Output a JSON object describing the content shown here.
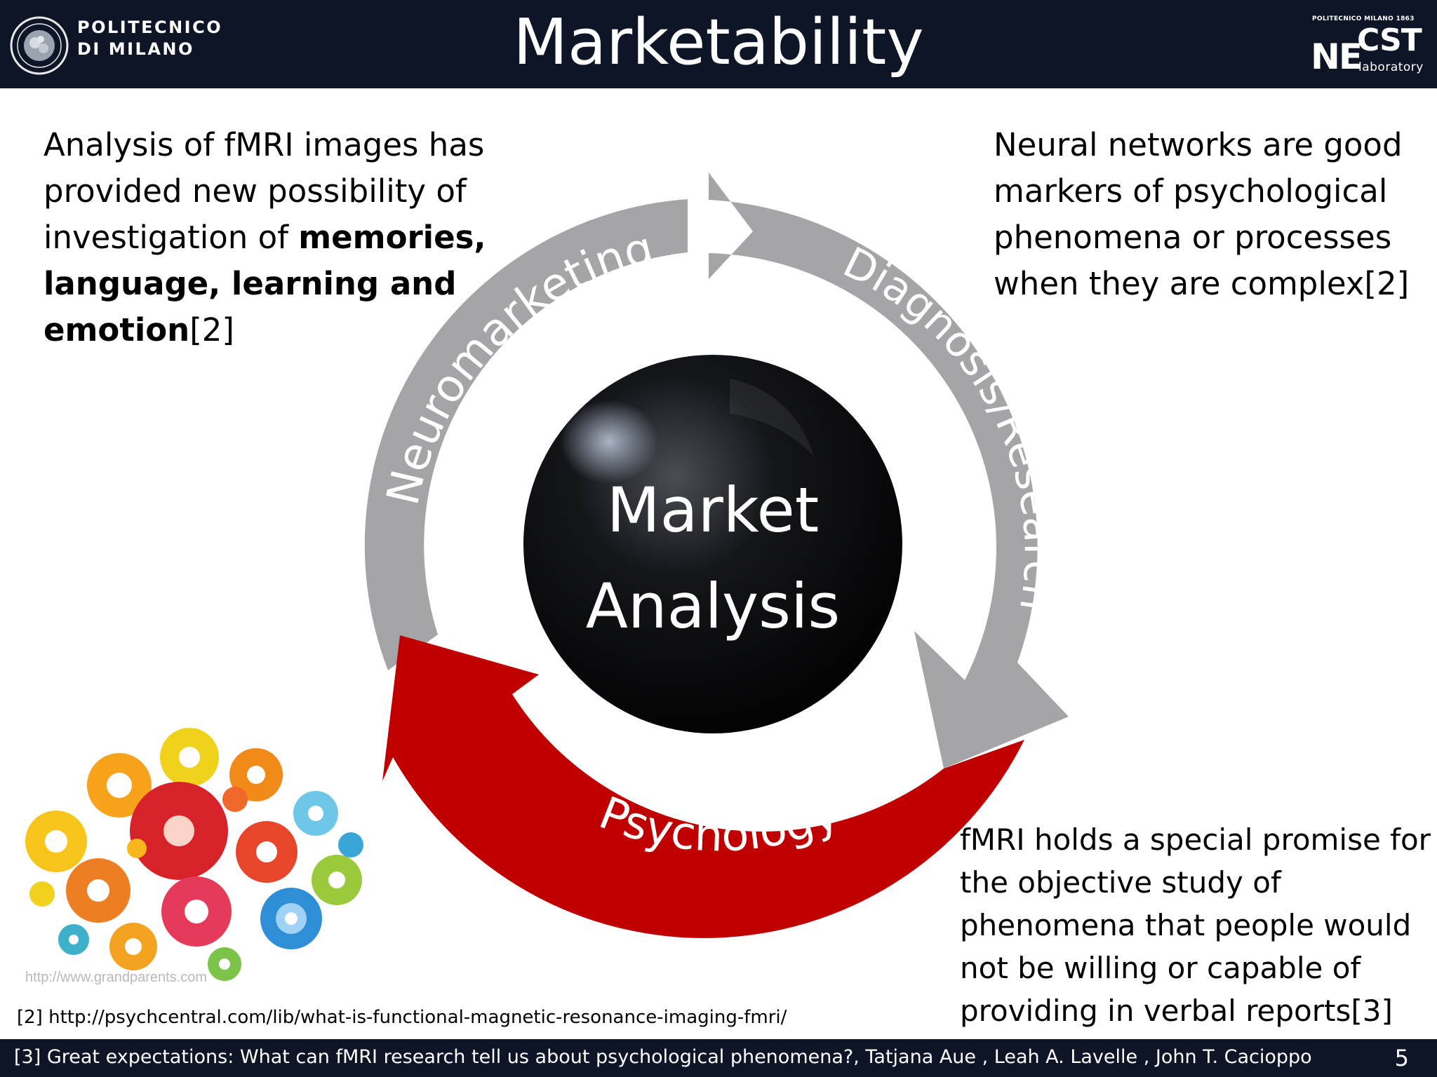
{
  "header": {
    "institution_line1": "POLITECNICO",
    "institution_line2": "DI MILANO",
    "title": "Marketability",
    "lab_logo": {
      "top_text": "POLITECNICO MILANO 1863",
      "ne": "NE",
      "cst": "CST",
      "sub": "laboratory"
    }
  },
  "left_text": {
    "intro": "Analysis of fMRI images has provided new possibility of investigation of ",
    "bold": "memories, language, learning and emotion",
    "ref": "[2]"
  },
  "right_text": "Neural networks are good markers of psychological phenomena or processes when they are complex[2]",
  "bottom_right_text": "fMRI holds a special promise for the objective study of phenomena that people would not be willing or capable of providing in verbal reports[3]",
  "cycle": {
    "center_line1": "Market",
    "center_line2": "Analysis",
    "left_arc": "Neuromarketing",
    "right_arc": "Diagnosis/Research",
    "bottom_arc": "Psychology",
    "colors": {
      "gray_arrow": "#a5a5a8",
      "red_arrow": "#c00000",
      "sphere": "#000000"
    }
  },
  "image_credit": "http://www.grandparents.com",
  "reference_2": "[2]  http://psychcentral.com/lib/what-is-functional-magnetic-resonance-imaging-fmri/",
  "footer": {
    "reference_3": "[3] Great expectations: What can fMRI research tell us about psychological phenomena?, Tatjana Aue , Leah A. Lavelle , John T. Cacioppo",
    "page_number": "5"
  },
  "colors": {
    "header_bg": "#0d1526",
    "text": "#000000"
  }
}
